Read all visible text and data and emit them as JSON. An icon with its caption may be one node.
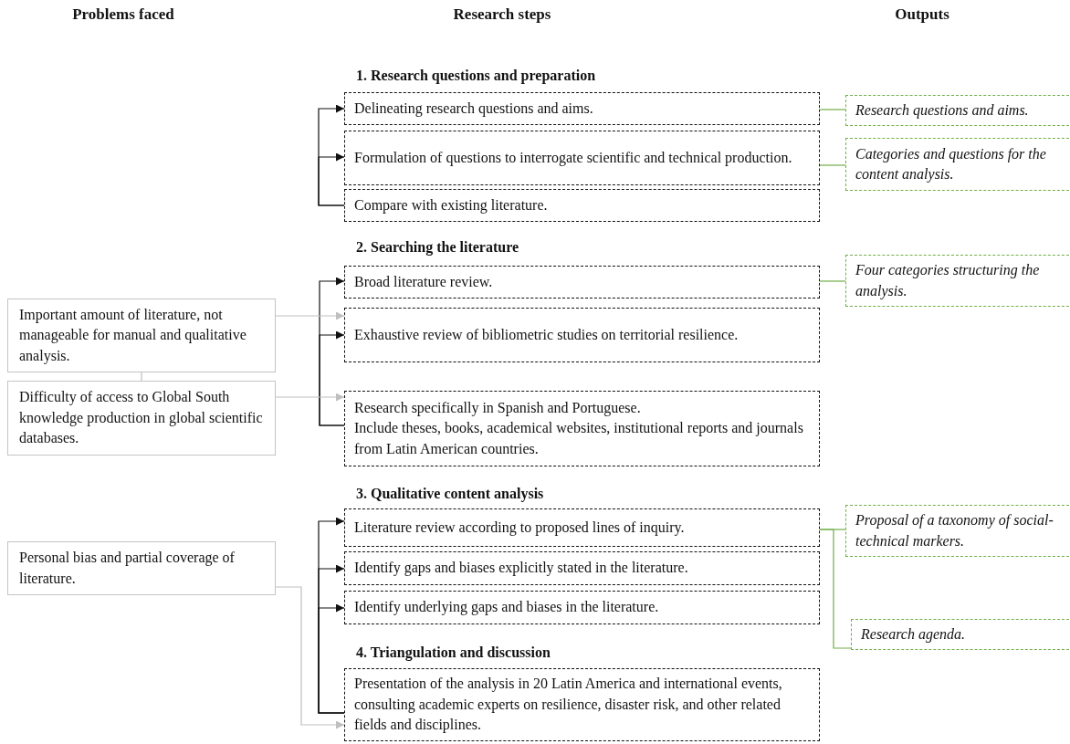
{
  "diagram": {
    "nodes": [
      {
        "text": [
          "Delineating research questions and aims."
        ]
      },
      {
        "text": [
          "Formulation of questions to interrogate scientific and technical production."
        ]
      },
      {
        "text": [
          "Compare with existing literature."
        ]
      },
      {
        "text": [
          "Research questions and aims."
        ]
      },
      {
        "text": [
          "Categories and questions for the content analysis."
        ]
      },
      {
        "text": [
          "Broad literature review."
        ]
      },
      {
        "text": [
          "Exhaustive review of bibliometric studies on territorial resilience."
        ]
      },
      {
        "text": [
          "Research specifically in Spanish and Portuguese.",
          "Include theses, books, academical websites, institutional reports and journals from Latin American countries."
        ]
      },
      {
        "text": [
          "Four categories structuring the analysis."
        ]
      },
      {
        "text": [
          "Important amount of literature, not manageable for manual and qualitative analysis."
        ]
      },
      {
        "text": [
          "Difficulty of access to Global South knowledge production in global scientific databases."
        ]
      },
      {
        "text": [
          "Literature review according to proposed lines of inquiry."
        ]
      },
      {
        "text": [
          "Identify gaps and biases explicitly stated in the literature."
        ]
      },
      {
        "text": [
          "Identify underlying gaps and biases in the literature."
        ]
      },
      {
        "text": [
          "Proposal of a taxonomy of social-technical markers."
        ]
      },
      {
        "text": [
          "Research agenda."
        ]
      },
      {
        "text": [
          "Personal bias and partial coverage of literature."
        ]
      },
      {
        "text": [
          "Presentation of the analysis in 20 Latin America and international events, consulting academic experts on resilience, disaster risk, and other related fields and disciplines."
        ]
      }
    ],
    "edges": [
      {
        "from": 2,
        "to": 0,
        "arrow": "to"
      },
      {
        "from": 2,
        "to": 1,
        "arrow": "to"
      },
      {
        "from": 0,
        "to": 3,
        "arrow": "none",
        "color": "#70ad47"
      },
      {
        "from": 1,
        "to": 4,
        "arrow": "none",
        "color": "#70ad47"
      },
      {
        "from": 7,
        "to": 5,
        "arrow": "to"
      },
      {
        "from": 7,
        "to": 6,
        "arrow": "to"
      },
      {
        "from": 5,
        "to": 8,
        "arrow": "none",
        "color": "#70ad47"
      },
      {
        "from": 9,
        "to": 6,
        "arrow": "to",
        "color": "#bfbfbf"
      },
      {
        "from": 10,
        "to": 7,
        "arrow": "to",
        "color": "#bfbfbf"
      },
      {
        "from": 9,
        "to": 10,
        "arrow": "none",
        "color": "#bfbfbf"
      },
      {
        "from": 17,
        "to": 11,
        "arrow": "to"
      },
      {
        "from": 17,
        "to": 12,
        "arrow": "to"
      },
      {
        "from": 17,
        "to": 13,
        "arrow": "to"
      },
      {
        "from": 11,
        "to": 14,
        "arrow": "none",
        "color": "#70ad47"
      },
      {
        "from": 11,
        "to": 15,
        "arrow": "none",
        "color": "#70ad47"
      },
      {
        "from": 16,
        "to": 17,
        "arrow": "to",
        "color": "#bfbfbf"
      }
    ],
    "labels": [
      "Problems faced",
      "Research steps",
      "Outputs",
      "1. Research questions and preparation",
      "2. Searching the literature",
      "3. Qualitative content analysis",
      "4. Triangulation and discussion"
    ]
  }
}
